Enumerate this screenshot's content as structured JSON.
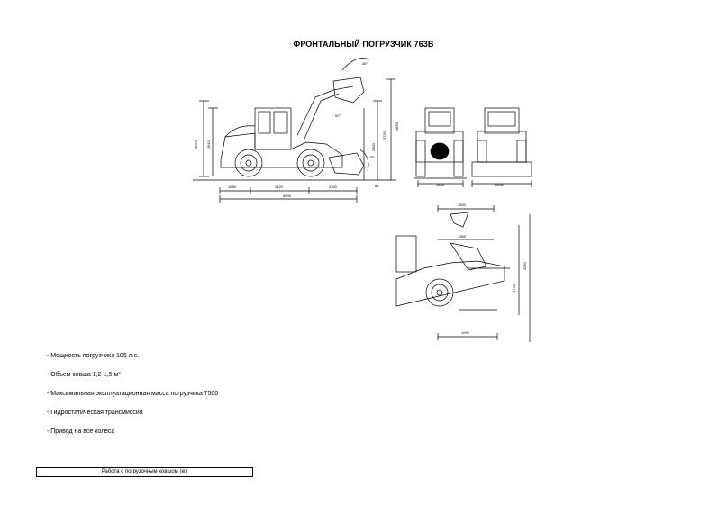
{
  "document": {
    "title": "ФРОНТАЛЬНЫЙ ПОГРУЗЧИК 763В",
    "specs": [
      "- Мощность погрузчика 105 л.с.",
      "- Объем ковша 1,2-1,5 м³",
      "- Максимальная эксплуатационная масса погрузчика 7500",
      "- Гидростатическая трансмиссия",
      "- Привод на все колеса"
    ],
    "table_header": "Работа с погрузочным ковшом (кг)"
  },
  "drawings": {
    "side_view": {
      "dims": {
        "total_length": "5905",
        "rear_overhang": "1580",
        "wheelbase": "2420",
        "front_reach": "2300",
        "height_left_outer": "3075",
        "height_left_inner": "2810",
        "max_height": "4650",
        "bucket_pin": "3720",
        "dump_height": "2800",
        "ground": "88",
        "angle_top": "45°",
        "angle_dump": "45°",
        "angle_bottom": "45°",
        "angle_mid": "50°"
      }
    },
    "front_view": {
      "dims": {
        "width": "1980"
      }
    },
    "rear_view": {
      "dims": {
        "width": "2250"
      }
    },
    "fork_view": {
      "dims": {
        "top": "1820",
        "reach": "1965",
        "height_right": "3250",
        "height_mid": "1720",
        "bottom": "1000"
      }
    }
  }
}
